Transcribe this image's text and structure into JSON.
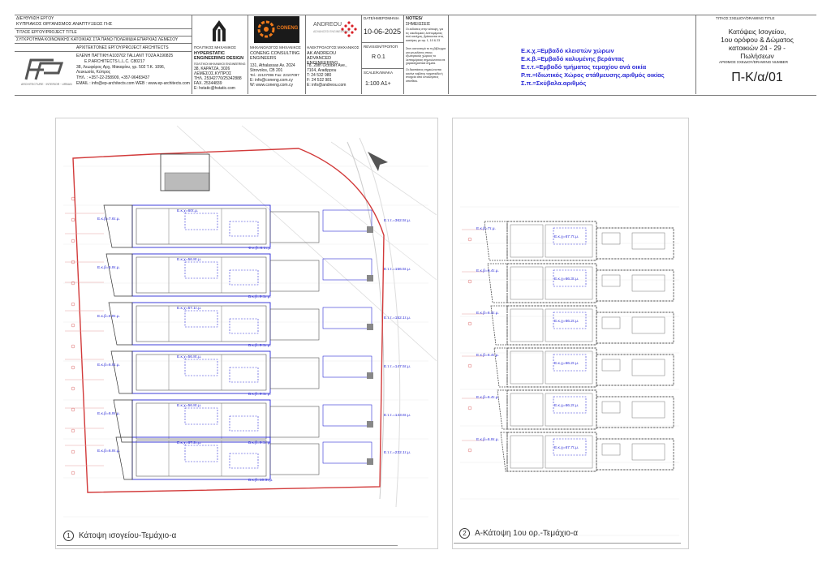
{
  "tb": {
    "client_label": "ΔΙΕΥΘΥΝΣΗ ΕΡΓΟΥ",
    "client": "ΚΥΠΡΙΑΚΟΣ ΟΡΓΑΝΙΣΜΟΣ ΑΝΑΠΤΥΞΕΩΣ ΓΗΣ",
    "project_label": "ΤΙΤΛΟΣ ΕΡΓΟΥ/PROJECT TITLE",
    "project": "ΣΥΓΚΡΟΤΗΜΑ ΚΟΙΝΩΝΙΚΗΣ ΚΑΤΟΙΚΙΑΣ ΣΤΑ ΠΑΝΩ ΠΟΛΕΜΙΔΙΑ ΕΠΑΡΧΙΑΣ ΛΕΜΕΣΟΥ",
    "arch_label": "ΑΡΧΙΤΕΚΤΟΝΕΣ ΕΡΓΟΥ/PROJECT ARCHITECTS",
    "arch_line1": "ΕΛΕΝΗ ΠΑΤΤΙΚΗ Α103702          TALLANT ΤΟΖΑ Α190825",
    "arch_line2": "E.P.ARCHITECTS L.L.C. C80217",
    "arch_line3": "38, Λεωφόρος Αρχ. Μακαρίου, γρ. 502 Τ.Κ. 1096,",
    "arch_line4": "Λευκωσία, Κύπρος",
    "arch_line5": "ΤΗΛ. : +357-22-258909, +357-96483437",
    "arch_line6": "EMAIL : info@ep-architects.com   WEB : www.ep-architects.com",
    "arch_logo_sub": "ARCHITECTURE · INTERIOR · URBAN",
    "civil_label": "ΠΟΛΙΤΙΚΟΣ ΜΗΧΑΝΙΚΟΣ",
    "civil_name": "HYPERSTATIC ENGINEERING DESIGN",
    "civil_sub": "ΠΟΛΙΤΙΚΟΙ ΜΗΧΑΝΙΚΟΙ ENGINEERING",
    "civil_l1": "38, ΚΑΡΑΤΖΑ, 3026",
    "civil_l2": "ΛΕΜΕΣΟΣ,ΚΥΠΡΟΣ",
    "civil_l3": "ΤΗΛ. 25342770/25342888",
    "civil_l4": "FAX. 25344839",
    "civil_l5": "E: hstatic@hstatic.com",
    "mech_label": "ΜΗΧΑΝΟΛΟΓΟΣ ΜΗΧΑΝΙΚΟΣ",
    "mech_logo": "CONENG",
    "mech_name": "CONENG CONSULTING ENGINEERS",
    "mech_l1": "131, Athalassas Av. 2024",
    "mech_l2": "Strovolos, CB 201",
    "mech_l3": "Tel.: 22107096   Fax: 22107097",
    "mech_l4": "E:   info@coneng.com.cy",
    "mech_l5": "W:   www.coneng.com.cy",
    "elec_label": "ΗΛΕΚΤΡΟΛΟΓΟΣ ΜΗΧΑΝΙΚΟΣ",
    "elec_logo": "ANDREOU",
    "elec_logo_sub": "ADVANCED ENGINEERING",
    "elec_name": "AK ANDREOU ADVANCED ENGINEERING",
    "elec_l1": "78, 28th October Ave.,",
    "elec_l2": "7104, Aradippou",
    "elec_l3": "T:   24 532 980",
    "elec_l4": "F:   24 532 981",
    "elec_l5": "E:   info@andreou.com",
    "date_label": "DATE/ΗΜΕΡΟΜΗΝΙΑ",
    "date": "10-06-2025",
    "rev_label": "REVISION/ΤΡΟΠΟΠ",
    "rev": "R 0.1",
    "scale_label": "SCALE/ΚΛΙΜΑΚΑ",
    "scale": "1:100  A1+",
    "notes_label": "NOTES/",
    "notes_label2": "ΣΗΜΕΙΩΣΕΙΣ",
    "notes_1": "Οι εκδόσεις στην κάτοψη, για τις οικοδομικές λεπτομέρειες  πού κατέχεις, βρίσκονται στις",
    "notes_2": "κατόψεις με αρ. 1, 10 & 23",
    "notes_3": "Στον κανονισμό το τη βίβλεμμα για γεωκλίσεις στους εξωτερικούς χώρους το λεπτομέρειας σημειώνονται σε χαρακτηριστικά σημεία.",
    "notes_4": "Οι διαστάσεις σημειώνονται κανόνι τοιβέτης τοιχοπιάδα ή στοιχεία από υπολογίσεις οπισθίου.",
    "title_label": "ΤΙΤΛΟΣ ΣΧΕΔΙΟΥ/DRAWING TITLE",
    "title_1": "Κατόψεις Ισογείου,",
    "title_2": "1ου ορόφου & Δώματος",
    "title_3": "κατοικιών 24 - 29 -",
    "title_4": "Πωλήσεων",
    "number_label": "ΑΡΙΘΜΟΣ ΣΧΕΔΙΟΥ/DRAWING NUMBER",
    "number": "Π-Κ/α/01"
  },
  "legend": [
    "Ε.κ.χ.=Εμβαδό κλειστών χώρων",
    "Ε.κ.β.=Εμβαδό καλυμένης βεράντας",
    "Ε.τ.τ.=Εμβαδό τμήματος τεμαχίου ανά οικία",
    "Ρ.π.=Ιδιωτικός Χώρος στάθμευσης.αριθμός οικίας",
    "Σ.π.=Σκύβαλα.αριθμός"
  ],
  "plan1": {
    "num": "1",
    "title": "Κάτοψη ισογείου-Τεμάχιο-α",
    "ekb": [
      "Ε.κ.β=7.6τ.μ.",
      "Ε.κ.β=6.9τ.μ.",
      "Ε.κ.β=6.9τ.μ.",
      "Ε.κ.β=6.9τ.μ.",
      "Ε.κ.β=6.9τ.μ.",
      "Ε.κ.β=6.9τ.μ."
    ],
    "ekx": [
      "Ε.κ.χ=60τ.μ.",
      "Ε.κ.χ=56.8τ.μ.",
      "Ε.κ.χ=57.1τ.μ.",
      "Ε.κ.χ=56.8τ.μ.",
      "Ε.κ.χ=56.8τ.μ.",
      "Ε.κ.χ=67.2τ.μ."
    ],
    "ekb2": [
      "Φ.κ.β=8.1τ.μ.",
      "Β.κ.β=9.1τ.μ.",
      "Β.κ.β=9.1τ.μ.",
      "Β.κ.β=9.1τ.μ.",
      "Β.κ.β=9.1τ.μ.",
      "Β.κ.β=10.3τ.μ."
    ],
    "ett": [
      "Ε.τ.τ.=362.5τ.μ.",
      "Ε.τ.τ.=156.5τ.μ.",
      "Ε.τ.τ.=152.1τ.μ.",
      "Ε.τ.τ.=147.5τ.μ.",
      "Ε.τ.τ.=143.6τ.μ.",
      "Ε.τ.τ.=232.1τ.μ."
    ]
  },
  "plan2": {
    "num": "2",
    "title": "Α-Κάτοψη 1ου ορ.-Τεμάχιο-α",
    "ekb": [
      "Ε.κ.β=7τ.μ.",
      "Ε.κ.β=6.4τ.μ.",
      "Ε.κ.β=6.4τ.μ.",
      "Ε.κ.β=6.4τ.μ.",
      "Ε.κ.β=6.4τ.μ.",
      "Ε.κ.β=6.9τ.μ."
    ],
    "ekx": [
      "Ε.κ.χ=67.7τ.μ.",
      "Ε.κ.χ=66.3τ.μ.",
      "Ε.κ.χ=66.2τ.μ.",
      "Ε.κ.χ=66.2τ.μ.",
      "Ε.κ.χ=66.2τ.μ.",
      "Ε.κ.χ=67.7τ.μ."
    ]
  }
}
